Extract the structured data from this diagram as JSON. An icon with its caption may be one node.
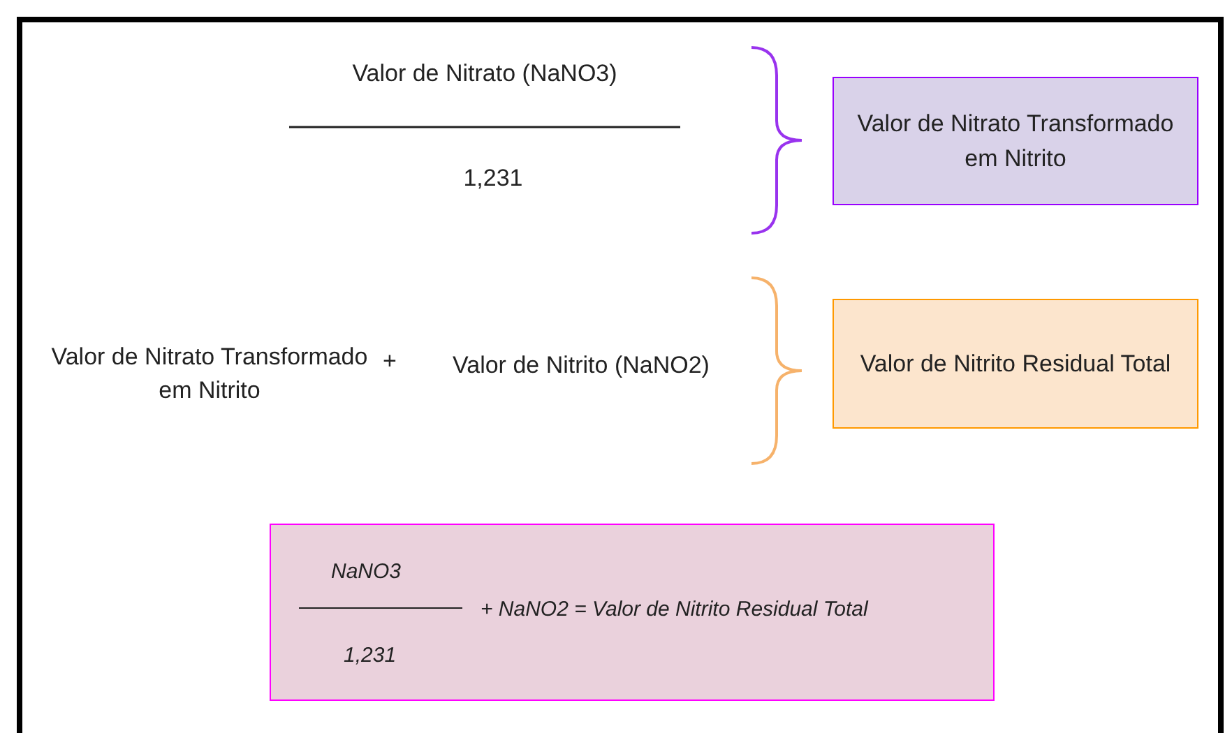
{
  "diagram": {
    "nodes": [
      {
        "text": [
          "Valor de Nitrato Transformado em Nitrito"
        ]
      },
      {
        "text": [
          "Valor de Nitrito Residual Total"
        ]
      },
      {
        "text": [
          "NaNO3",
          "1,231",
          "+ NaNO2 = Valor de Nitrito Residual Total"
        ]
      }
    ],
    "edges": [],
    "labels": [
      "Valor de Nitrato (NaNO3)",
      "1,231",
      "Valor de Nitrato Transformado em Nitrito",
      "+",
      "Valor de Nitrito (NaNO2)"
    ]
  }
}
